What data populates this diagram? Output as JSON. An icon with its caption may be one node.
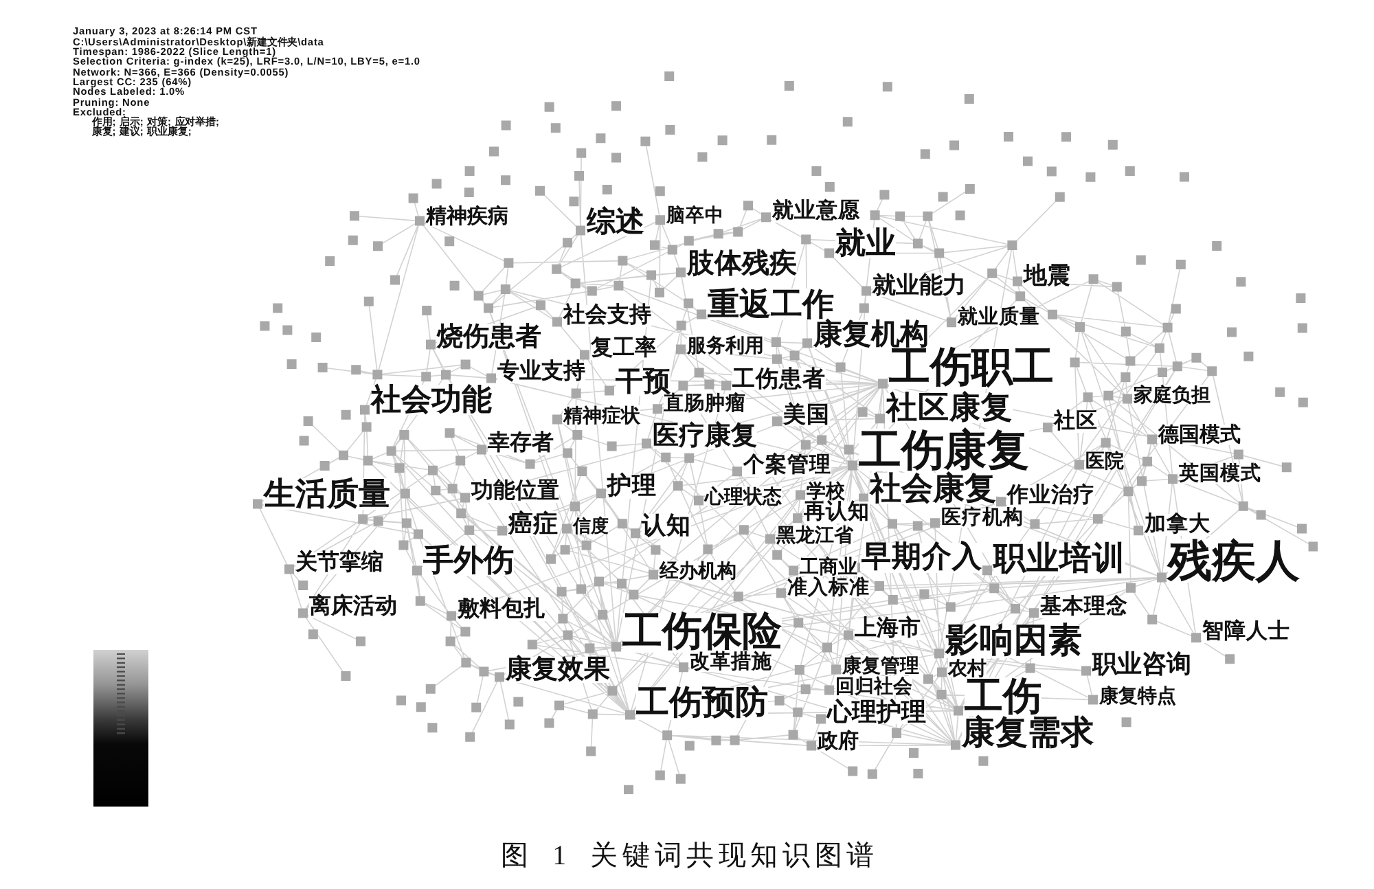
{
  "diagram": {
    "caption": "图 1 关键词共现知识图谱",
    "labels": [
      "January 3, 2023 at 8:26:14 PM CST",
      "C:\\Users\\Administrator\\Desktop\\新建文件夹\\data",
      "Timespan: 1986-2022 (Slice Length=1)",
      "Selection Criteria: g-index (k=25), LRF=3.0, L/N=10, LBY=5, e=1.0",
      "Network: N=366, E=366 (Density=0.0055)",
      "Largest CC: 235 (64%)",
      "Nodes Labeled: 1.0%",
      "Pruning: None",
      "Excluded:",
      "作用; 启示; 对策; 应对举措;",
      "康复; 建议; 职业康复;",
      "精神疾病",
      "综述",
      "脑卒中",
      "就业意愿",
      "就业",
      "肢体残疾",
      "地震",
      "就业能力",
      "重返工作",
      "社会支持",
      "就业质量",
      "康复机构",
      "烧伤患者",
      "服务利用",
      "复工率",
      "工伤职工",
      "专业支持",
      "工伤患者",
      "干预",
      "家庭负担",
      "社会功能",
      "直肠肿瘤",
      "社区康复",
      "精神症状",
      "美国",
      "社区",
      "德国模式",
      "医疗康复",
      "幸存者",
      "工伤康复",
      "医院",
      "个案管理",
      "英国模式",
      "护理",
      "社会康复",
      "学校",
      "功能位置",
      "生活质量",
      "心理状态",
      "作业治疗",
      "再认知",
      "医疗机构",
      "癌症",
      "信度",
      "加拿大",
      "认知",
      "黑龙江省",
      "早期介入",
      "职业培训",
      "手外伤",
      "残疾人",
      "关节挛缩",
      "工商业",
      "经办机构",
      "准入标准",
      "离床活动",
      "基本理念",
      "敷料包扎",
      "上海市",
      "工伤保险",
      "智障人士",
      "影响因素",
      "改革措施",
      "职业咨询",
      "康复管理",
      "康复效果",
      "农村",
      "回归社会",
      "康复特点",
      "工伤",
      "工伤预防",
      "心理护理",
      "康复需求",
      "政府"
    ]
  }
}
